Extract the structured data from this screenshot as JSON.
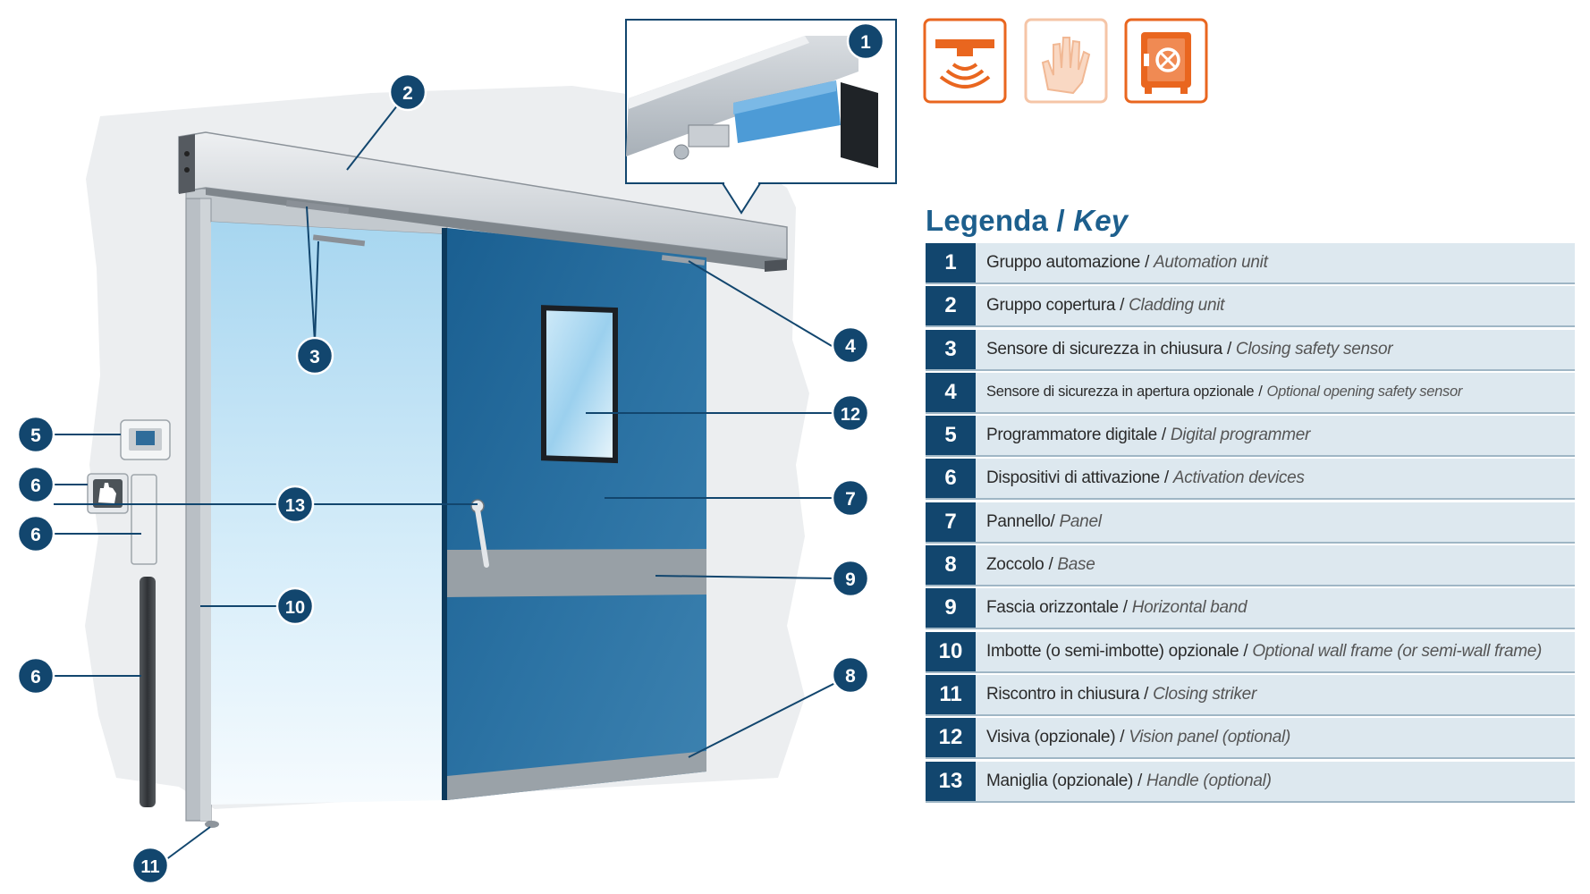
{
  "callouts": [
    {
      "num": "1"
    },
    {
      "num": "2"
    },
    {
      "num": "3"
    },
    {
      "num": "4"
    },
    {
      "num": "5"
    },
    {
      "num": "6"
    },
    {
      "num": "6"
    },
    {
      "num": "6"
    },
    {
      "num": "7"
    },
    {
      "num": "8"
    },
    {
      "num": "9"
    },
    {
      "num": "10"
    },
    {
      "num": "11"
    },
    {
      "num": "12"
    },
    {
      "num": "13"
    }
  ],
  "legend": {
    "title_it": "Legenda",
    "separator": "/",
    "title_en": "Key",
    "items": [
      {
        "num": "1",
        "it": "Gruppo automazione",
        "sep": "/",
        "en": "Automation unit"
      },
      {
        "num": "2",
        "it": "Gruppo copertura",
        "sep": "/",
        "en": "Cladding unit"
      },
      {
        "num": "3",
        "it": "Sensore di sicurezza in chiusura",
        "sep": "/",
        "en": "Closing safety sensor"
      },
      {
        "num": "4",
        "it": "Sensore di sicurezza in apertura opzionale",
        "sep": "/",
        "en": "Optional opening safety sensor"
      },
      {
        "num": "5",
        "it": "Programmatore digitale",
        "sep": "/",
        "en": "Digital programmer"
      },
      {
        "num": "6",
        "it": "Dispositivi di attivazione",
        "sep": "/",
        "en": "Activation devices"
      },
      {
        "num": "7",
        "it": "Pannello/",
        "sep": "",
        "en": "Panel"
      },
      {
        "num": "8",
        "it": "Zoccolo",
        "sep": "/",
        "en": "Base"
      },
      {
        "num": "9",
        "it": "Fascia orizzontale",
        "sep": "/",
        "en": "Horizontal band"
      },
      {
        "num": "10",
        "it": "Imbotte (o semi-imbotte) opzionale",
        "sep": "/",
        "en": "Optional wall frame (or semi-wall frame)"
      },
      {
        "num": "11",
        "it": "Riscontro in chiusura",
        "sep": "/",
        "en": "Closing striker"
      },
      {
        "num": "12",
        "it": "Visiva (opzionale)",
        "sep": "/",
        "en": "Vision panel (optional)"
      },
      {
        "num": "13",
        "it": "Maniglia (opzionale)",
        "sep": "/",
        "en": "Handle (optional)"
      }
    ]
  },
  "colors": {
    "callout_fill": "#12466e",
    "legend_num_bg": "#12466e",
    "legend_row_bg": "#dde8ef",
    "title": "#1d5f8d",
    "icon_orange": "#e9661f",
    "panel_blue": "#1c6495",
    "glass_blue": "#bfe0f3",
    "metal_grey": "#c9ced3"
  },
  "icons": [
    "motion-sensor-icon",
    "hand-touch-icon",
    "safe-lock-icon"
  ]
}
